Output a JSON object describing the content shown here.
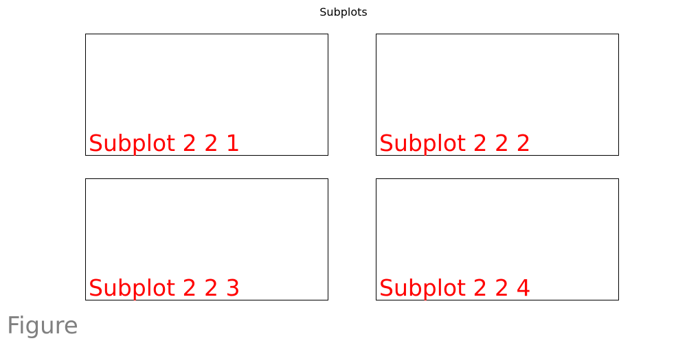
{
  "figure": {
    "suptitle": "Subplots",
    "label": "Figure",
    "label_color": "#808080"
  },
  "subplots": [
    {
      "label": "Subplot 2 2 1"
    },
    {
      "label": "Subplot 2 2 2"
    },
    {
      "label": "Subplot 2 2 3"
    },
    {
      "label": "Subplot 2 2 4"
    }
  ],
  "colors": {
    "subplot_label": "#ff0000",
    "frame": "#000000"
  }
}
